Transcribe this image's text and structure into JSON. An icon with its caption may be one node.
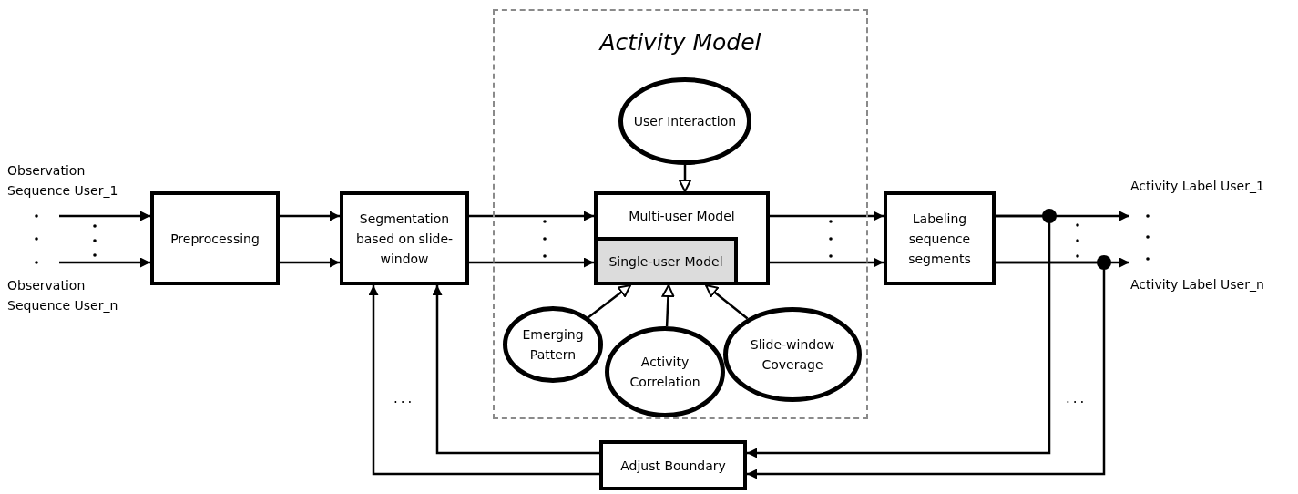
{
  "diagram": {
    "nodes": [
      {
        "text": [
          "Observation Sequence User_1"
        ]
      },
      {
        "text": [
          "Observation Sequence User_n"
        ]
      },
      {
        "text": [
          "Preprocessing"
        ]
      },
      {
        "text": [
          "Segmentation based on slide-window"
        ]
      },
      {
        "text": [
          "Activity Model"
        ]
      },
      {
        "text": [
          "User Interaction"
        ],
        "in": 4
      },
      {
        "text": [
          "Multi-user Model"
        ],
        "in": 4
      },
      {
        "text": [
          "Single-user Model"
        ],
        "in": 6
      },
      {
        "text": [
          "Emerging Pattern"
        ],
        "in": 4
      },
      {
        "text": [
          "Activity Correlation"
        ],
        "in": 4
      },
      {
        "text": [
          "Slide-window Coverage"
        ],
        "in": 4
      },
      {
        "text": [
          "Labeling sequence segments"
        ]
      },
      {
        "text": [
          "Activity Label User_1"
        ]
      },
      {
        "text": [
          "Activity Label User_n"
        ]
      },
      {
        "text": [
          "Adjust Boundary"
        ]
      }
    ],
    "edges": [
      {
        "from": 0,
        "to": 2,
        "arrow": "to"
      },
      {
        "from": 1,
        "to": 2,
        "arrow": "to"
      },
      {
        "from": 2,
        "to": 3,
        "arrow": "to"
      },
      {
        "from": 2,
        "to": 3,
        "arrow": "to"
      },
      {
        "from": 3,
        "to": 6,
        "arrow": "to"
      },
      {
        "from": 3,
        "to": 7,
        "arrow": "to"
      },
      {
        "from": 5,
        "to": 6,
        "arrow": "to"
      },
      {
        "from": 6,
        "to": 11,
        "arrow": "to"
      },
      {
        "from": 6,
        "to": 11,
        "arrow": "to"
      },
      {
        "from": 11,
        "to": 12,
        "arrow": "to"
      },
      {
        "from": 11,
        "to": 13,
        "arrow": "to"
      },
      {
        "from": 11,
        "to": 14,
        "arrow": "to"
      },
      {
        "from": 11,
        "to": 14,
        "arrow": "to"
      },
      {
        "from": 14,
        "to": 3,
        "arrow": "to"
      },
      {
        "from": 14,
        "to": 3,
        "arrow": "to"
      },
      {
        "from": 8,
        "to": 7,
        "arrow": "to"
      },
      {
        "from": 9,
        "to": 7,
        "arrow": "to"
      },
      {
        "from": 10,
        "to": 7,
        "arrow": "to"
      }
    ],
    "labels": [
      "...",
      "..."
    ]
  }
}
